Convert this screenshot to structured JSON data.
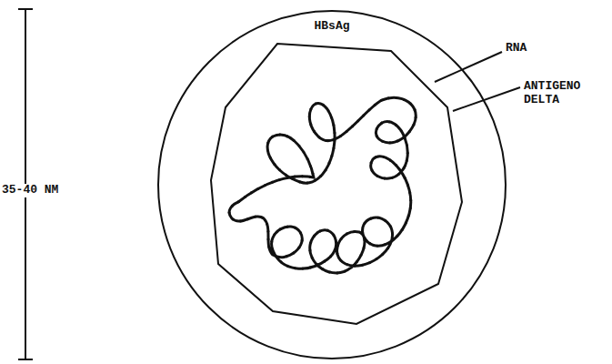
{
  "diagram": {
    "nodes": [
      {
        "text": [
          "HBsAg"
        ]
      }
    ],
    "labels": [
      "RNA",
      "ANTIGENO DELTA",
      "35-40 NM"
    ]
  }
}
